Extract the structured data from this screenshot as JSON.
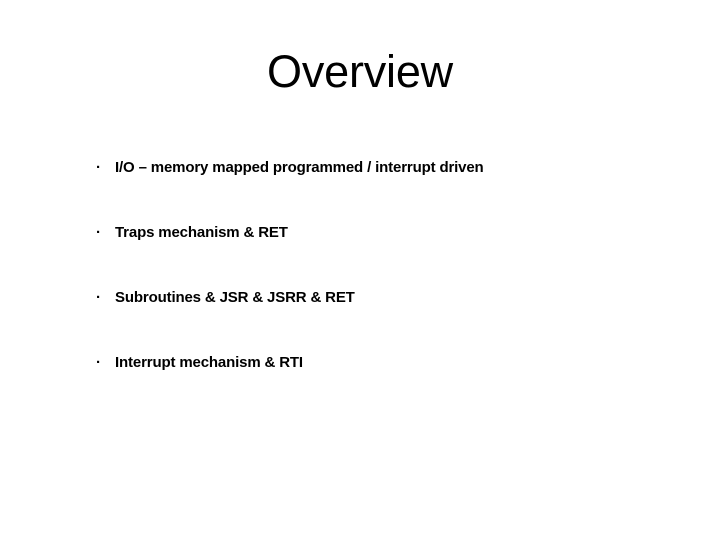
{
  "slide": {
    "title": "Overview",
    "background_color": "#ffffff",
    "text_color": "#000000",
    "bullet_marker": "·",
    "bullets": [
      {
        "text": "I/O – memory mapped programmed / interrupt driven"
      },
      {
        "text": "Traps mechanism & RET"
      },
      {
        "text": "Subroutines & JSR & JSRR & RET"
      },
      {
        "text": "Interrupt mechanism & RTI"
      }
    ]
  }
}
